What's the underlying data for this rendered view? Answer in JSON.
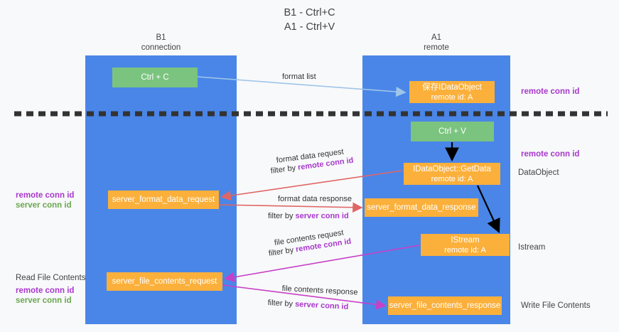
{
  "title": "B1 - Ctrl+C\nA1 - Ctrl+V",
  "columns": [
    {
      "name": "B1",
      "sub": "connection"
    },
    {
      "name": "A1",
      "sub": "remote"
    }
  ],
  "boxes": {
    "ctrl_c": "Ctrl + C",
    "ctrl_v": "Ctrl + V",
    "idataobject_l1": "保存IDataObject",
    "idataobject_l2": "remote id: A",
    "getdata_l1": "IDataObject::GetData",
    "getdata_l2": "remote id: A",
    "istream_l1": "IStream",
    "istream_l2": "remote id: A",
    "server_format_data_request": "server_format_data_request",
    "server_format_data_response": "server_format_data_response",
    "server_file_contents_request": "server_file_contents_request",
    "server_file_contents_response": "server_file_contents_response"
  },
  "right_labels": {
    "remote_conn_id_top": "remote conn id",
    "remote_conn_id_mid": "remote conn id",
    "dataobject": "DataObject",
    "istream": "Istream",
    "write_file_contents": "Write File Contents"
  },
  "left_labels": {
    "remote_conn_id_mid": "remote conn id",
    "server_conn_id_mid": "server conn id",
    "read_file_contents": "Read File Contents",
    "remote_conn_id_bottom": "remote conn id",
    "server_conn_id_bottom": "server conn id"
  },
  "edges": {
    "format_list": "format list",
    "format_data_request": "format data request",
    "format_data_request_filter_prefix": "filter by ",
    "format_data_request_filter_key": "remote conn id",
    "format_data_response": "format data response",
    "format_data_response_filter_prefix": "filter by ",
    "format_data_response_filter_key": "server conn id",
    "file_contents_request": "file contents request",
    "file_contents_request_filter_prefix": "filter by ",
    "file_contents_request_filter_key": "remote conn id",
    "file_contents_response": "file contents response",
    "file_contents_response_filter_prefix": "filter by ",
    "file_contents_response_filter_key": "server conn id"
  },
  "colors": {
    "column_blue": "#4a86e8",
    "box_green": "#7bc47f",
    "box_orange": "#fbb03b",
    "accent_purple": "#a838cc",
    "accent_green": "#6aa84f",
    "arrow_light_blue": "#9fc5e8",
    "arrow_red": "#e06666",
    "arrow_magenta": "#c740c7",
    "arrow_black": "#000000",
    "divider_dashed": "#333333"
  }
}
